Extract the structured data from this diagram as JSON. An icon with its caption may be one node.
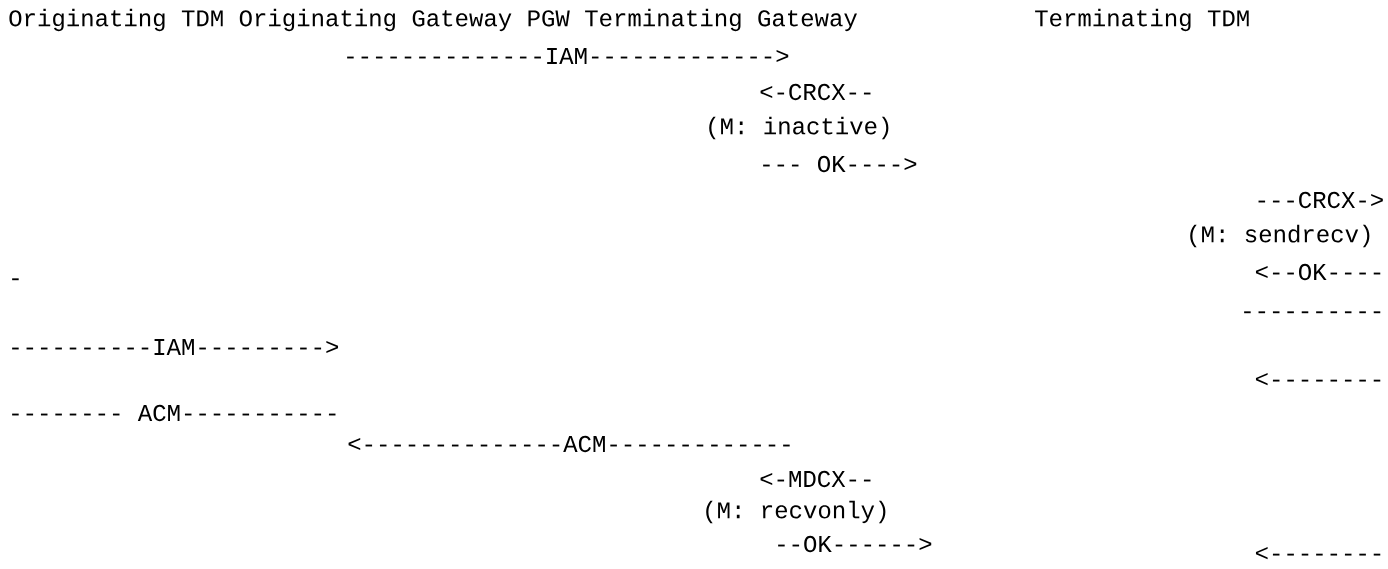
{
  "diagram": {
    "labels": [
      "Originating TDM Originating Gateway PGW Terminating Gateway",
      "Terminating TDM",
      "--------------IAM------------->",
      "<-CRCX--",
      "(M: inactive)",
      "--- OK---->",
      "---CRCX->",
      "(M: sendrecv)",
      "<--OK----",
      "-",
      "----------",
      "----------IAM--------->",
      "<--------",
      "-------- ACM-----------",
      "<--------------ACM-------------",
      "<-MDCX--",
      "(M: recvonly)",
      "--OK------>",
      "<--------"
    ]
  }
}
